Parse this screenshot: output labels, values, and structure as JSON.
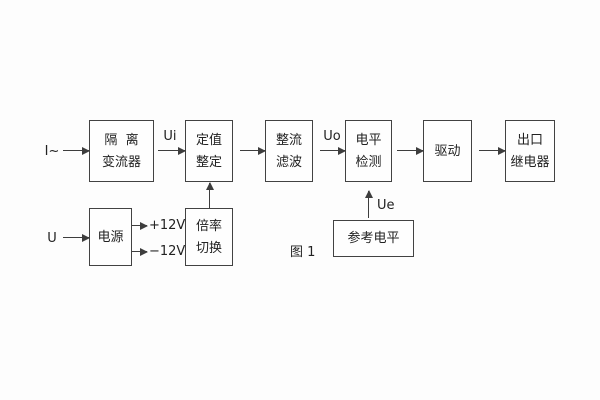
{
  "figure": {
    "caption": "图 1",
    "background_color": "#fdfdfd",
    "line_color": "#3d3d3d",
    "text_color": "#222222"
  },
  "blocks": {
    "isolation": {
      "line1": "隔  离",
      "line2": "变流器"
    },
    "setting": {
      "line1": "定值",
      "line2": "整定"
    },
    "rectify": {
      "line1": "整流",
      "line2": "滤波"
    },
    "level": {
      "line1": "电平",
      "line2": "检测"
    },
    "drive": {
      "line1": "驱动"
    },
    "relay": {
      "line1": "出口",
      "line2": "继电器"
    },
    "power": {
      "line1": "电源"
    },
    "ratio": {
      "line1": "倍率",
      "line2": "切换"
    },
    "reference": {
      "line1": "参考电平"
    }
  },
  "labels": {
    "input_current": "I~",
    "ui": "Ui",
    "uo": "Uo",
    "ue": "Ue",
    "input_voltage": "U",
    "plus_12v": "+12V",
    "minus_12v": "−12V"
  }
}
